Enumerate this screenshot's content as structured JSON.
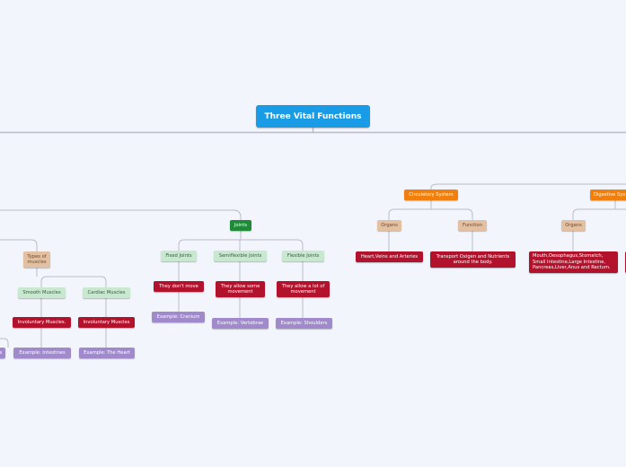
{
  "root": {
    "label": "Three Vital Functions"
  },
  "nodes": {
    "joints": "Joints",
    "fixed_joints": "Fixed Joints",
    "semiflexible_joints": "Semiflexible Joints",
    "flexible_joints": "Flexible Joints",
    "fixed_desc": "They don't move",
    "semi_desc": "They allow some movement",
    "flex_desc": "They allow a lot of movement",
    "fixed_example": "Example: Cranium",
    "semi_example": "Example: Vertebrae",
    "flex_example": "Example: Shoulders",
    "types_of_muscles": "Types of muscles",
    "smooth_muscles": "Smooth Muscles",
    "cardiac_muscles": "Cardiac Muscles",
    "smooth_involuntary": "Involuntary Muscles.",
    "cardiac_involuntary": "Involuntary Muscles",
    "smooth_example": "Example: Intestines",
    "cardiac_example": "Example: The Heart",
    "left_cut_example": "s",
    "circulatory_system": "Circulatory System",
    "circ_organs": "Organs",
    "circ_function": "Function",
    "circ_organs_list": "Heart,Veins and Arteries",
    "circ_function_desc": "Transport Oxigen and Nutrients around the body.",
    "digestive_system": "Digestive Sys",
    "dig_organs": "Organs",
    "dig_organs_list": "Mouth,Oesophagus,Stomatch, Small Intestine,Large Intestine, Pancreas,Liver,Anus and Rectum."
  },
  "colors": {
    "background": "#f3f5fd",
    "root": "#1a9be6",
    "green": "#1f8a37",
    "orange": "#f07f0e",
    "tan": "#e3c0a1",
    "light_green": "#c8e9cf",
    "red": "#b3122c",
    "purple": "#a08acb",
    "link": "#b9bbc6"
  }
}
